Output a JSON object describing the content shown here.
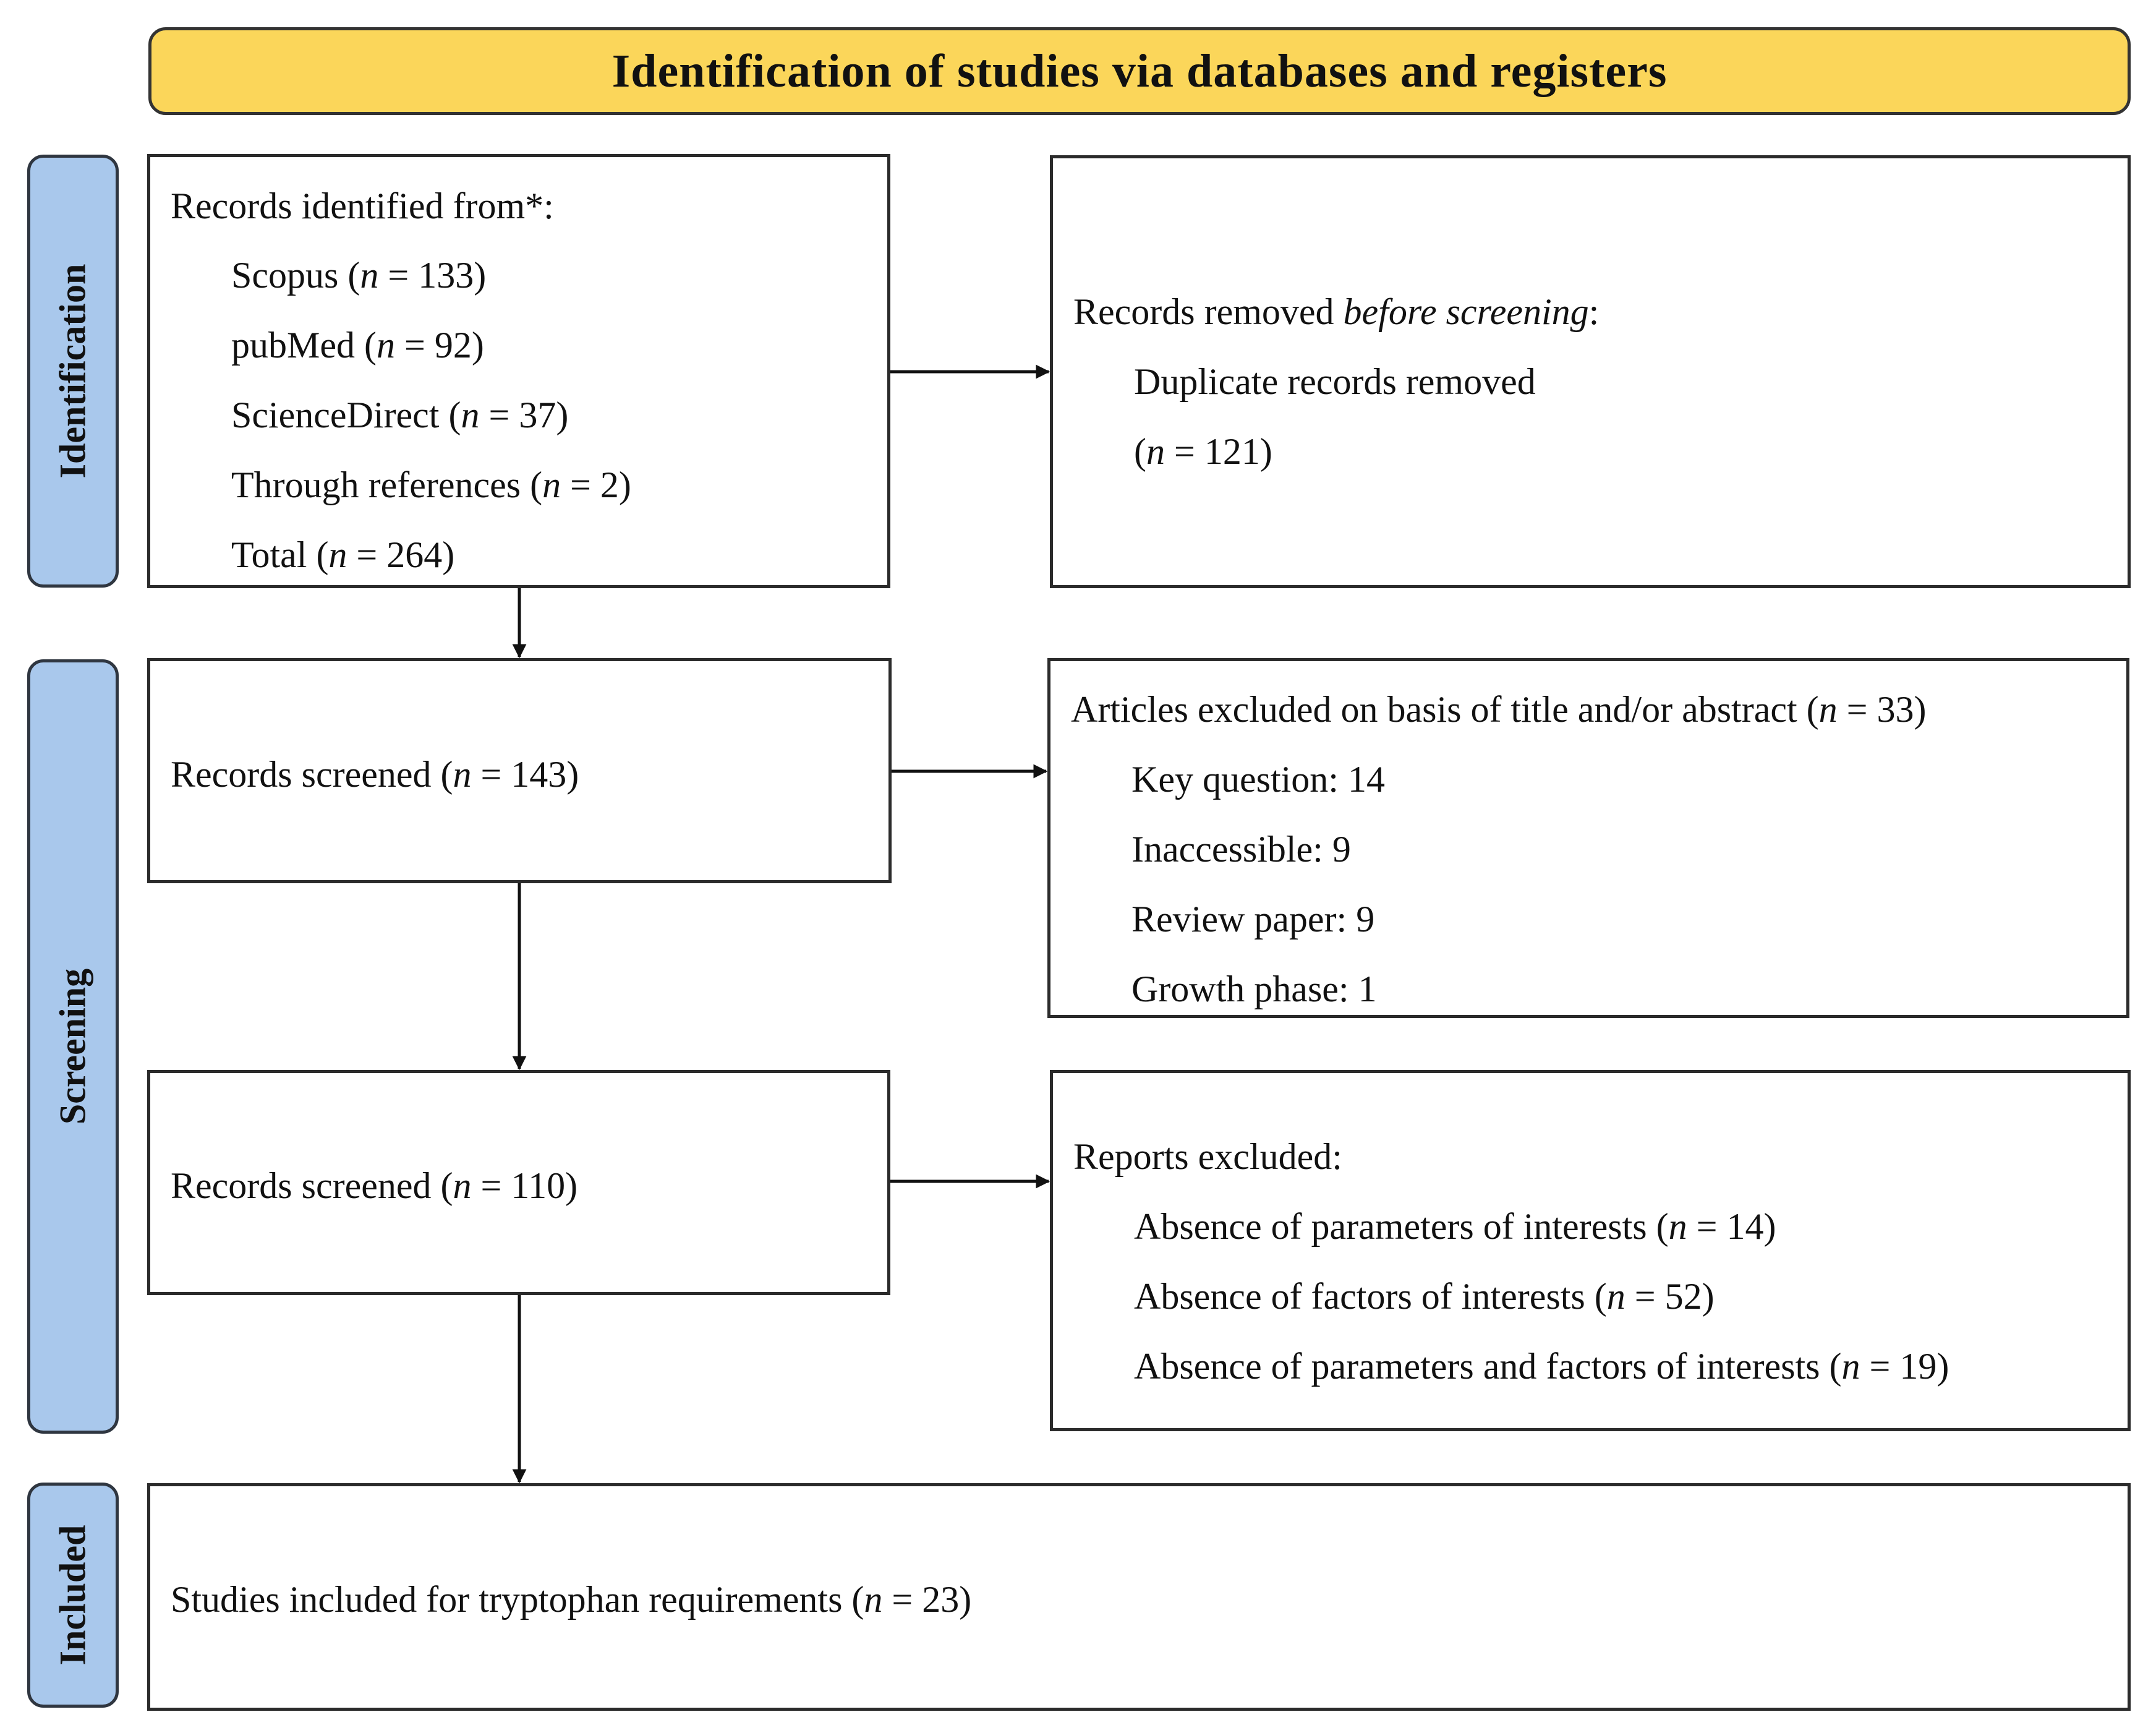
{
  "header": {
    "title": "Identification of studies via databases and registers"
  },
  "stages": {
    "identification": "Identification",
    "screening": "Screening",
    "included": "Included"
  },
  "identified": {
    "heading": "Records identified from*:",
    "sources": [
      {
        "name": "Scopus",
        "count": "133"
      },
      {
        "name": "pubMed",
        "count": "92"
      },
      {
        "name": "ScienceDirect",
        "count": "37"
      },
      {
        "name": "Through references",
        "count": "2"
      },
      {
        "name": "Total",
        "count": "264"
      }
    ]
  },
  "removed": {
    "heading_prefix": "Records removed ",
    "heading_italic": "before screening",
    "heading_suffix": ":",
    "item": "Duplicate records removed",
    "count": "121"
  },
  "screened_1": {
    "label": "Records screened",
    "count": "143"
  },
  "excluded_articles": {
    "heading": "Articles excluded on basis of title and/or abstract",
    "count": "33",
    "items": [
      "Key question: 14",
      "Inaccessible: 9",
      "Review paper: 9",
      "Growth phase: 1"
    ]
  },
  "screened_2": {
    "label": "Records screened",
    "count": "110"
  },
  "reports_excluded": {
    "heading": "Reports excluded:",
    "items": [
      {
        "label": "Absence of parameters of interests",
        "count": "14"
      },
      {
        "label": "Absence of factors of interests",
        "count": "52"
      },
      {
        "label": "Absence of parameters and factors of interests",
        "count": "19"
      }
    ]
  },
  "included": {
    "label": "Studies included for tryptophan requirements",
    "count": "23"
  }
}
